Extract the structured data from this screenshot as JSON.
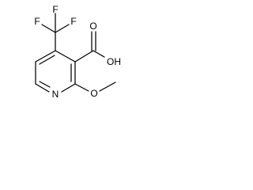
{
  "molecule": {
    "atoms": {
      "f_top": "F",
      "f_left": "F",
      "f_right": "F",
      "ring_nitrogen": "N",
      "methoxy_oxygen": "O",
      "carbonyl_oxygen": "O",
      "hydroxyl": "OH"
    }
  }
}
